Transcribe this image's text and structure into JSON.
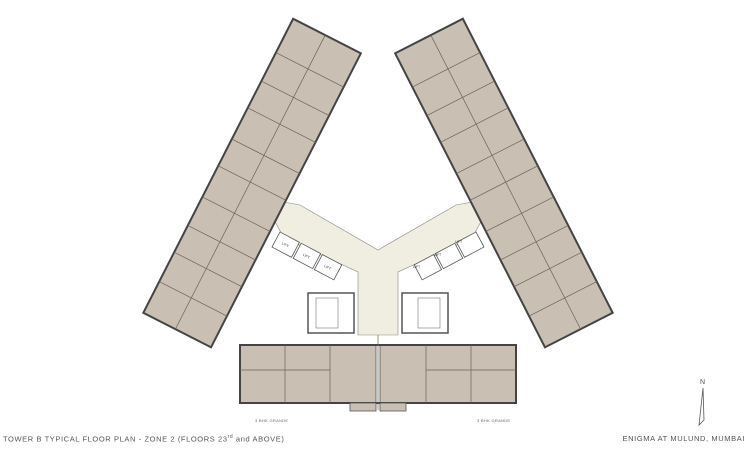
{
  "plan": {
    "title": "TOWER B TYPICAL FLOOR PLAN - ZONE 2 (FLOORS 23",
    "title_sup": "rd",
    "title_end": " and ABOVE)",
    "project": "ENIGMA AT MULUND, MUMBAI",
    "north_label": "N",
    "unit_labels": [
      "3 BHK GRANDE",
      "3 BHK GRANDE"
    ],
    "lift_label": "LIFT",
    "colors": {
      "room_fill": "#c9bfb2",
      "corridor_fill": "#efeee0",
      "wall": "#444444"
    }
  }
}
